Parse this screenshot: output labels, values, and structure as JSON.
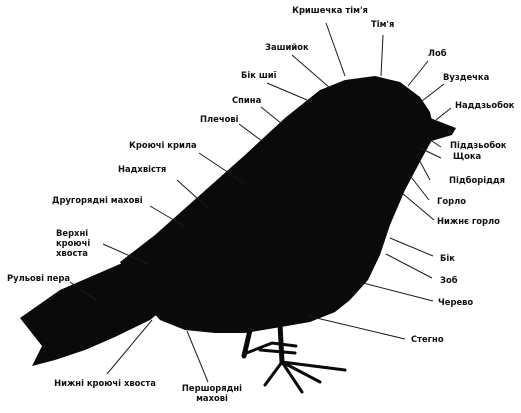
{
  "labels": {
    "cap": "Кришечка тім'я",
    "crown": "Тім'я",
    "nape": "Зашийок",
    "forehead": "Лоб",
    "hindneck": "Бік шиї",
    "bridle": "Вуздечка",
    "back": "Спина",
    "upper_mandible": "Наддзьобок",
    "shoulders": "Плечові",
    "lower_mandible": "Піддзьобок",
    "cheek": "Щока",
    "wing_coverts": "Кроючі крила",
    "chin": "Підборіддя",
    "throat": "Горло",
    "lower_throat": "Нижнє горло",
    "underwing": "Надхвістя",
    "secondaries": "Другорядні махові",
    "upper_tail_coverts": "Верхні кроючі хвоста",
    "side": "Бік",
    "crop": "Зоб",
    "belly": "Черево",
    "tail_feathers": "Рульові пера",
    "thigh": "Стегно",
    "under_tail_coverts": "Нижні кроючі хвоста",
    "primaries": "Першорядні махові"
  },
  "colors": {
    "silhouette": "#0a0a0a",
    "leader": "#1a1a1a",
    "text": "#111111",
    "background": "#ffffff"
  }
}
